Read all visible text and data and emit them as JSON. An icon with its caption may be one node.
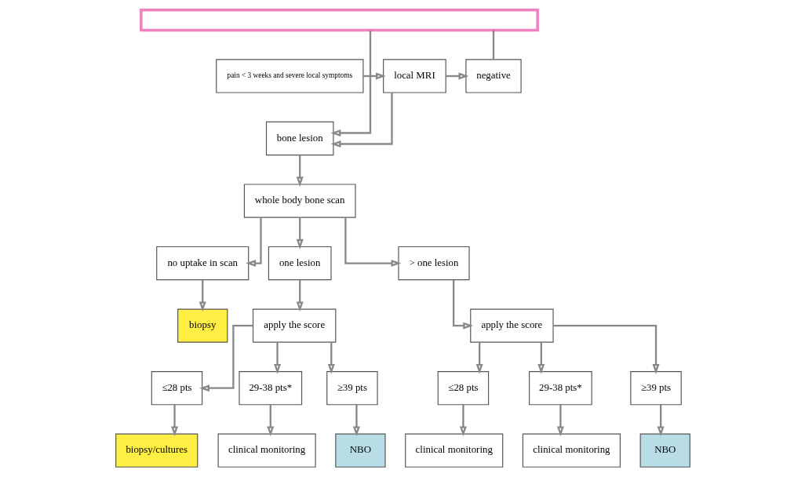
{
  "diagram": {
    "nodes": [
      {
        "text": [],
        "shape": "box"
      },
      {
        "text": [
          "pain < 3 weeks and severe local symptoms"
        ]
      },
      {
        "text": [
          "local MRI"
        ]
      },
      {
        "text": [
          "negative"
        ]
      },
      {
        "text": [
          "bone lesion"
        ]
      },
      {
        "text": [
          "whole body bone scan"
        ]
      },
      {
        "text": [
          "no uptake in scan"
        ]
      },
      {
        "text": [
          "biopsy"
        ]
      },
      {
        "text": [
          "one lesion"
        ]
      },
      {
        "text": [
          "> one lesion"
        ]
      },
      {
        "text": [
          "apply the score"
        ]
      },
      {
        "text": [
          "apply the score"
        ]
      },
      {
        "text": [
          "≤28 pts"
        ]
      },
      {
        "text": [
          "29-38 pts*"
        ]
      },
      {
        "text": [
          "≥39 pts"
        ]
      },
      {
        "text": [
          "≤28 pts"
        ]
      },
      {
        "text": [
          "29-38 pts*"
        ]
      },
      {
        "text": [
          "≥39 pts"
        ]
      },
      {
        "text": [
          "biopsy/cultures"
        ]
      },
      {
        "text": [
          "clinical monitoring"
        ]
      },
      {
        "text": [
          "NBO"
        ]
      },
      {
        "text": [
          "clinical monitoring"
        ]
      },
      {
        "text": [
          "clinical monitoring"
        ]
      },
      {
        "text": [
          "NBO"
        ]
      }
    ],
    "edges": [
      {
        "from": 0,
        "to": 4,
        "arrow": "to"
      },
      {
        "from": 0,
        "to": 3,
        "arrow": "none"
      },
      {
        "from": 1,
        "to": 2,
        "arrow": "to"
      },
      {
        "from": 2,
        "to": 3,
        "arrow": "to"
      },
      {
        "from": 2,
        "to": 4,
        "arrow": "to"
      },
      {
        "from": 4,
        "to": 5,
        "arrow": "to"
      },
      {
        "from": 5,
        "to": 6,
        "arrow": "to"
      },
      {
        "from": 6,
        "to": 7,
        "arrow": "to"
      },
      {
        "from": 5,
        "to": 8,
        "arrow": "to"
      },
      {
        "from": 5,
        "to": 9,
        "arrow": "to"
      },
      {
        "from": 8,
        "to": 10,
        "arrow": "to"
      },
      {
        "from": 9,
        "to": 11,
        "arrow": "to"
      },
      {
        "from": 10,
        "to": 12,
        "arrow": "to"
      },
      {
        "from": 10,
        "to": 13,
        "arrow": "to"
      },
      {
        "from": 10,
        "to": 14,
        "arrow": "to"
      },
      {
        "from": 11,
        "to": 15,
        "arrow": "to"
      },
      {
        "from": 11,
        "to": 16,
        "arrow": "to"
      },
      {
        "from": 11,
        "to": 17,
        "arrow": "to"
      },
      {
        "from": 12,
        "to": 18,
        "arrow": "to"
      },
      {
        "from": 13,
        "to": 19,
        "arrow": "to"
      },
      {
        "from": 14,
        "to": 20,
        "arrow": "to"
      },
      {
        "from": 15,
        "to": 21,
        "arrow": "to"
      },
      {
        "from": 16,
        "to": 22,
        "arrow": "to"
      },
      {
        "from": 17,
        "to": 23,
        "arrow": "to"
      }
    ]
  }
}
